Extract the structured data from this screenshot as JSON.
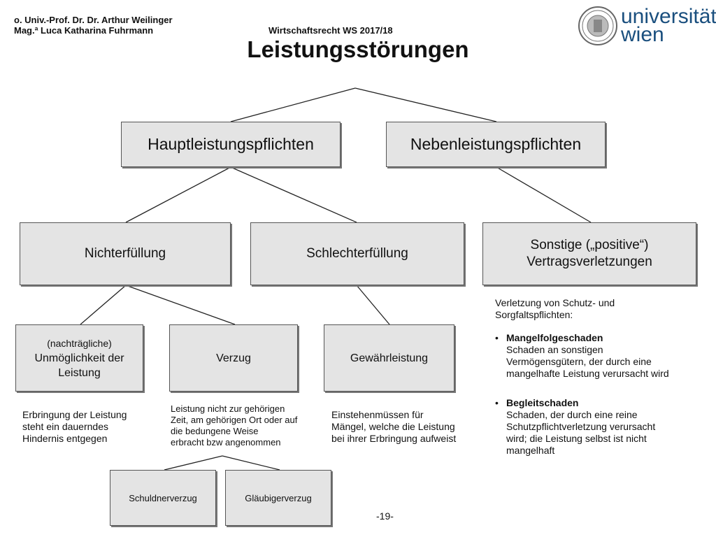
{
  "header": {
    "line1": "o. Univ.-Prof. Dr. Dr. Arthur Weilinger",
    "line2": "Mag.ª Luca Katharina Fuhrmann",
    "course": "Wirtschaftsrecht WS 2017/18",
    "title": "Leistungsstörungen"
  },
  "logo": {
    "line1": "universität",
    "line2": "wien",
    "color": "#1a4f7e"
  },
  "boxes": {
    "haupt": "Hauptleistungspflichten",
    "neben": "Nebenleistungspflichten",
    "nichterfuellung": "Nichterfüllung",
    "schlechterfuellung": "Schlechterfüllung",
    "sonstige_l1": "Sonstige („positive“)",
    "sonstige_l2": "Vertragsverletzungen",
    "unmoeglich_l1": "(nachträgliche)",
    "unmoeglich_l2": "Unmöglichkeit der",
    "unmoeglich_l3": "Leistung",
    "verzug": "Verzug",
    "gewaehrleistung": "Gewährleistung",
    "schuldnerverzug": "Schuldnerverzug",
    "glaeubigerverzug": "Gläubigerverzug"
  },
  "notes": {
    "unmoeglich": [
      "Erbringung der Leistung",
      "steht ein dauerndes",
      "Hindernis entgegen"
    ],
    "verzug": [
      "Leistung nicht zur gehörigen",
      "Zeit, am gehörigen Ort oder auf",
      "die bedungene Weise",
      "erbracht bzw angenommen"
    ],
    "gewaehr": [
      "Einstehenmüssen für",
      "Mängel, welche die Leistung",
      "bei ihrer Erbringung aufweist"
    ],
    "sonstige_intro": [
      "Verletzung von Schutz- und",
      "Sorgfaltspflichten:"
    ],
    "bullet": "•",
    "b1_title": "Mangelfolgeschaden",
    "b1_text": [
      "Schaden an sonstigen",
      "Vermögensgütern, der durch eine",
      "mangelhafte Leistung verursacht wird"
    ],
    "b2_title": "Begleitschaden",
    "b2_text": [
      "Schaden, der durch eine reine",
      "Schutzpflichtverletzung verursacht",
      "wird; die Leistung selbst ist nicht",
      "mangelhaft"
    ]
  },
  "page_number": "-19-"
}
